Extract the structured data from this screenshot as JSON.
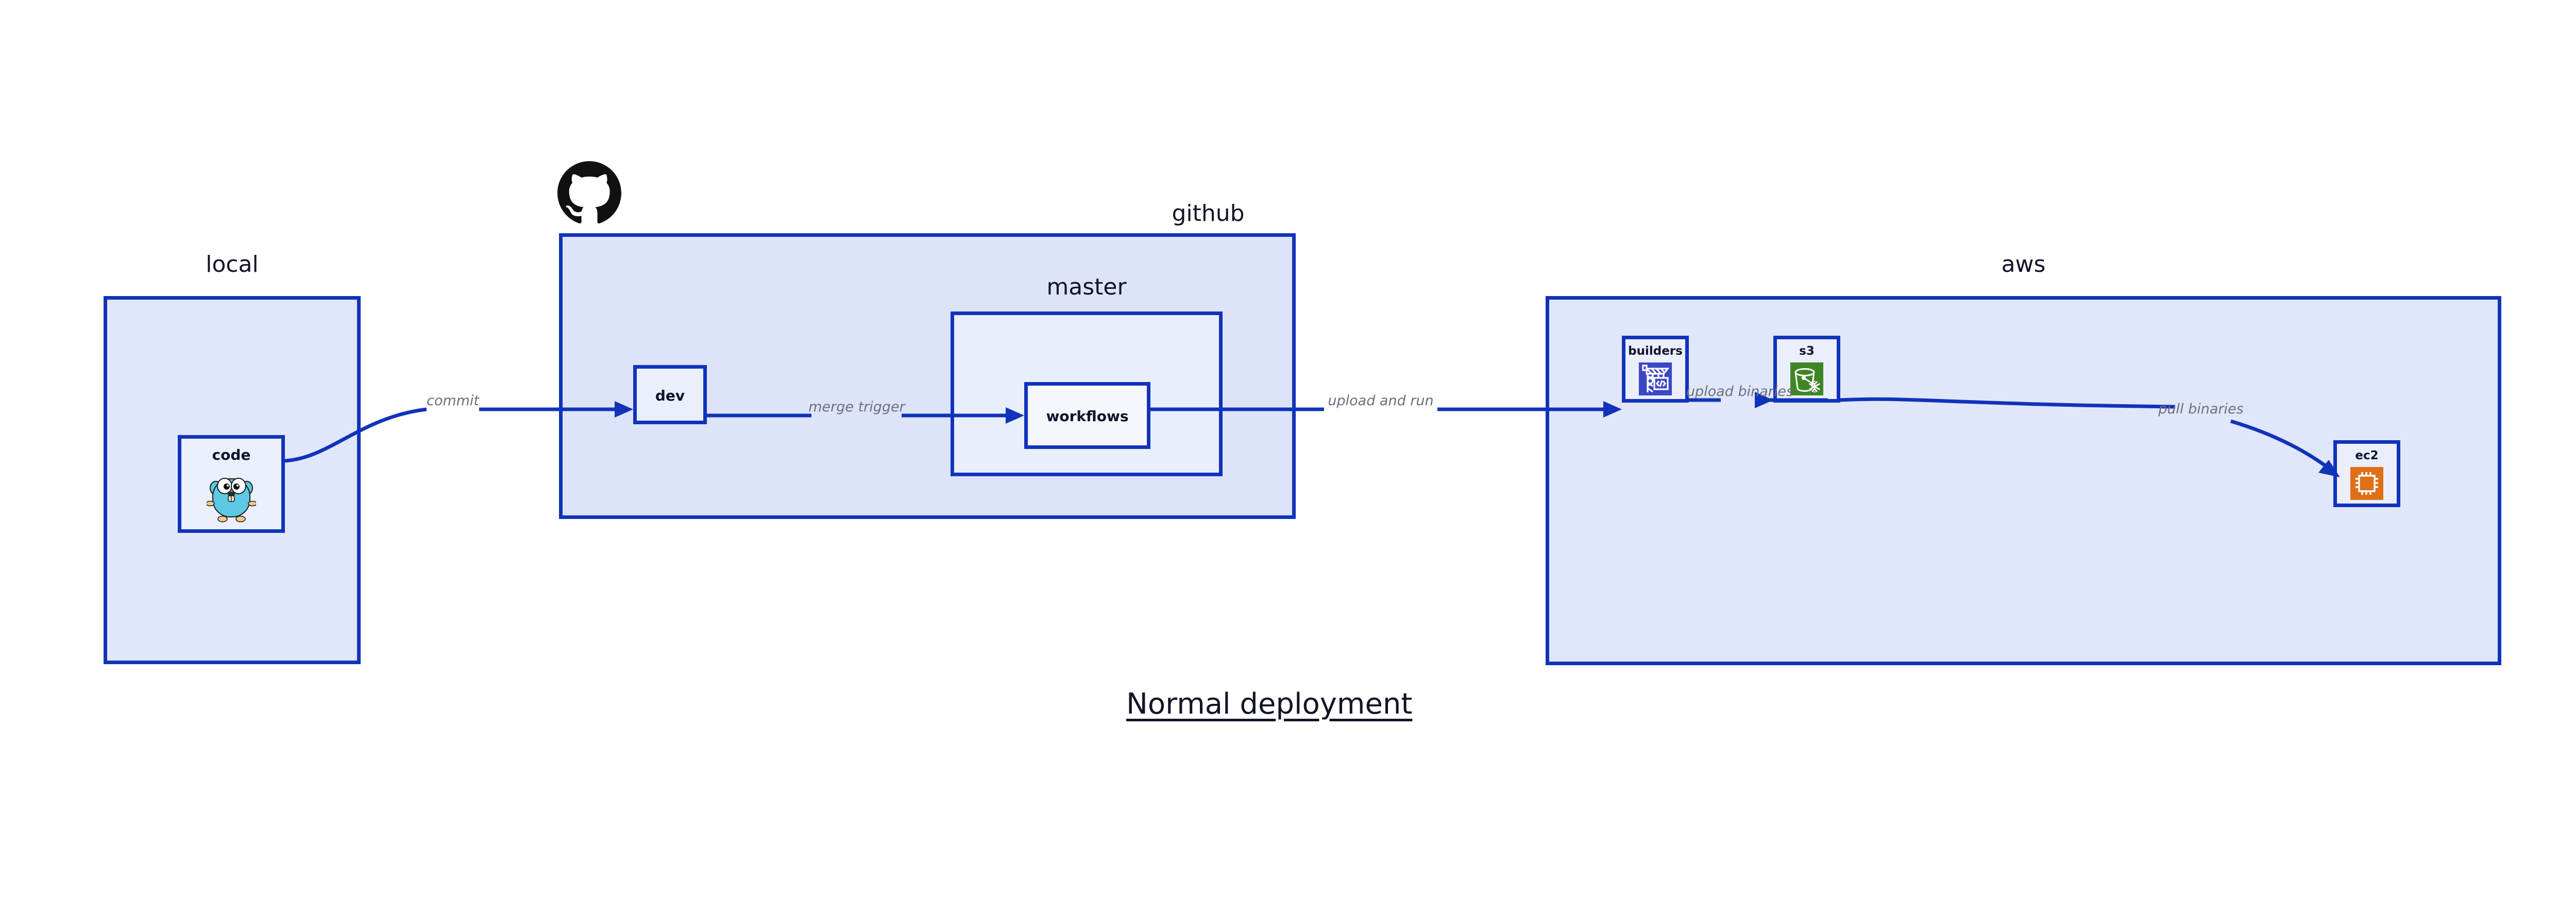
{
  "diagram": {
    "title": "Normal deployment",
    "accent_color": "#1133BB",
    "label_color": "#121426",
    "edge_label_color": "#6b6f7e"
  },
  "groups": [
    {
      "key": "local",
      "label": "local",
      "fill": "#E1E7FA"
    },
    {
      "key": "github",
      "label": "github",
      "fill": "#DDE4FA"
    },
    {
      "key": "master",
      "label": "master",
      "fill": "#E9EEFC"
    },
    {
      "key": "aws",
      "label": "aws",
      "fill": "#E1E7FA"
    }
  ],
  "nodes": [
    {
      "key": "code",
      "label": "code",
      "icon": "go-gopher-icon",
      "fill": "#EBEFFC"
    },
    {
      "key": "dev",
      "label": "dev",
      "icon": null,
      "fill": "#EAEFFC"
    },
    {
      "key": "workflows",
      "label": "workflows",
      "icon": null,
      "fill": "#F5F7FD"
    },
    {
      "key": "builders",
      "label": "builders",
      "icon": "aws-builders-crane-icon",
      "fill": "#EBEFFC",
      "icon_color": "#3B47C4"
    },
    {
      "key": "s3",
      "label": "s3",
      "icon": "aws-s3-glacier-bucket-icon",
      "fill": "#EBEFFC",
      "icon_color": "#3F8624"
    },
    {
      "key": "ec2",
      "label": "ec2",
      "icon": "aws-ec2-chip-icon",
      "fill": "#EBEFFC",
      "icon_color": "#DE7018"
    }
  ],
  "edges": [
    {
      "key": "commit",
      "label": "commit",
      "from": "code",
      "to": "dev"
    },
    {
      "key": "merge-trigger",
      "label": "merge trigger",
      "from": "dev",
      "to": "workflows"
    },
    {
      "key": "upload-and-run",
      "label": "upload and run",
      "from": "workflows",
      "to": "builders"
    },
    {
      "key": "upload-binaries",
      "label": "upload binaries",
      "from": "builders",
      "to": "s3"
    },
    {
      "key": "pull-binaries",
      "label": "pull binaries",
      "from": "s3",
      "to": "ec2"
    }
  ],
  "branding": {
    "github_logo": "github-octocat-icon"
  }
}
